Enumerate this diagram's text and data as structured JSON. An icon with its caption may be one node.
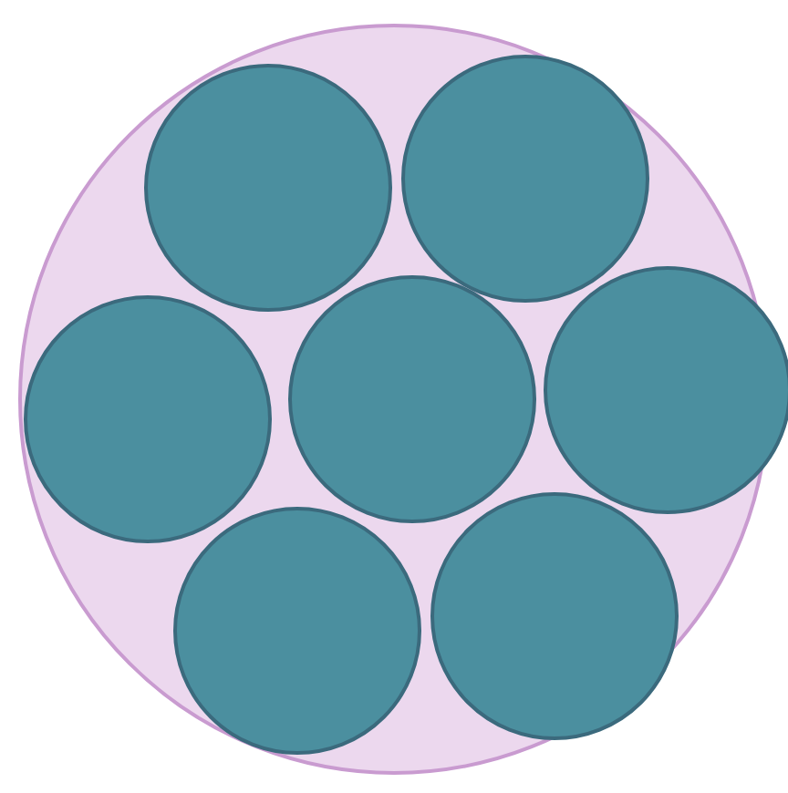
{
  "diagram": {
    "nodes": [
      {
        "text": [],
        "shape": "circle"
      },
      {
        "text": [],
        "shape": "circle",
        "in": 0
      },
      {
        "text": [],
        "shape": "circle",
        "in": 0
      },
      {
        "text": [],
        "shape": "circle",
        "in": 0
      },
      {
        "text": [],
        "shape": "circle",
        "in": 0
      },
      {
        "text": [],
        "shape": "circle",
        "in": 0
      },
      {
        "text": [],
        "shape": "circle",
        "in": 0
      },
      {
        "text": [],
        "shape": "circle",
        "in": 0
      }
    ]
  }
}
